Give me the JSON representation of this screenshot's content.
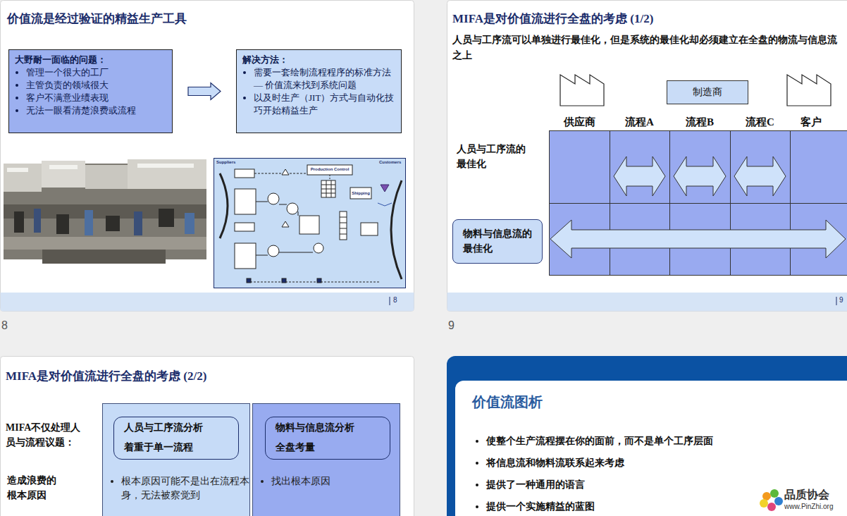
{
  "diagram": {
    "nodes": [
      {
        "text": [
          "价值流是经过验证的精益生产工具"
        ]
      },
      {
        "text": [
          "大野耐一面临的问题：",
          "管理一个很大的工厂",
          "主管负责的领域很大",
          "客户不满意业绩表现",
          "无法一眼看清楚浪费或流程"
        ],
        "in": 0
      },
      {
        "text": [
          "解决方法：",
          "需要一套绘制流程程序的标准方法 — 价值流来找到系统问题",
          "以及时生产（JIT）方式与自动化技巧开始精益生产"
        ],
        "in": 0
      },
      {
        "text": [
          "MIFA是对价值流进行全盘的考虑 (1/2)",
          "人员与工序流可以单独进行最佳化，但是系统的最佳化却必须建立在全盘的物流与信息流之上"
        ]
      },
      {
        "text": [
          "制造商"
        ],
        "in": 3
      },
      {
        "text": [
          "物料与信息流的最佳化"
        ],
        "in": 3
      },
      {
        "text": [
          "MIFA是对价值流进行全盘的考虑 (2/2)"
        ]
      },
      {
        "text": [
          "根本原因可能不是出在流程本身，无法被察觉到"
        ],
        "in": 6
      },
      {
        "text": [
          "人员与工序流分析",
          "着重于单一流程"
        ],
        "in": 7
      },
      {
        "text": [
          "找出根本原因"
        ],
        "in": 6
      },
      {
        "text": [
          "物料与信息流分析",
          "全盘考量"
        ],
        "in": 9
      },
      {
        "text": [
          "价值流图析",
          "使整个生产流程摆在你的面前，而不是单个工序层面",
          "将信息流和物料流联系起来考虑",
          "提供了一种通用的语言",
          "提供一个实施精益的蓝图"
        ]
      }
    ],
    "edges": [
      {
        "from": 1,
        "to": 2,
        "arrow": "to"
      }
    ],
    "labels": [
      "Suppliers",
      "Customers",
      "Production Control",
      "Shipping",
      "8",
      "8",
      "供应商",
      "流程A",
      "流程B",
      "流程C",
      "客户",
      "人员与工序流的最佳化",
      "9",
      "9",
      "MIFA不仅处理人员与流程议题：",
      "造成浪费的根本原因",
      "品质协会",
      "www.PinZhi.org"
    ]
  }
}
